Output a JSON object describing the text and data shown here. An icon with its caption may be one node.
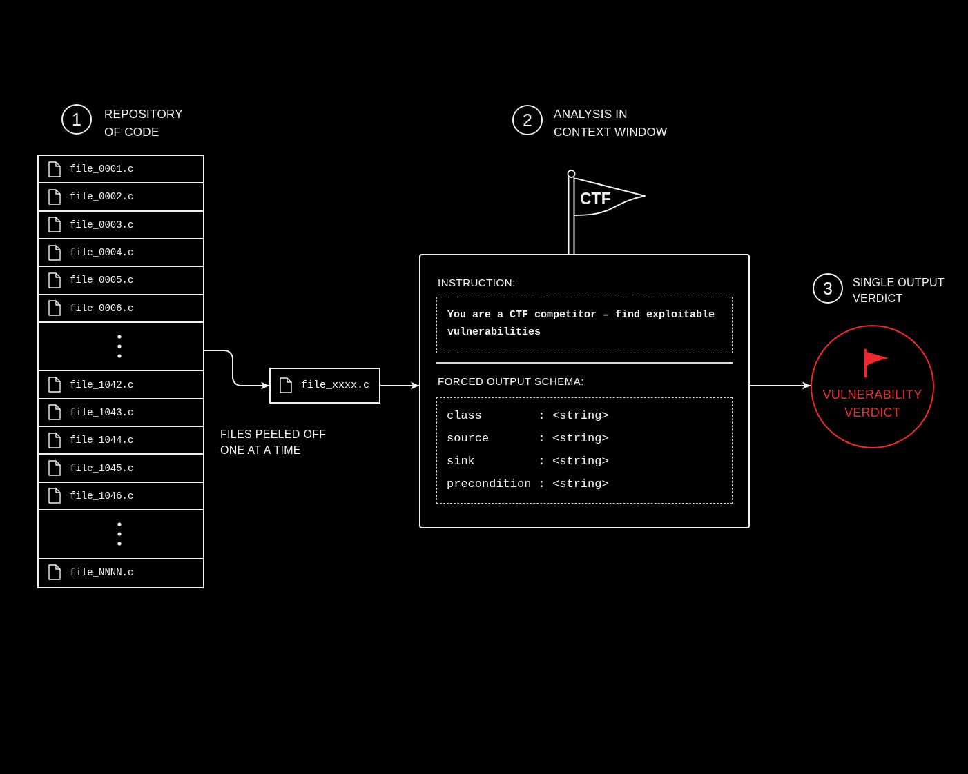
{
  "diagram": {
    "nodes": [
      {
        "text": [
          "1"
        ],
        "beside": [
          "REPOSITORY OF CODE"
        ]
      },
      {
        "text": [],
        "shape": "box"
      },
      {
        "text": [
          "file_0001.c"
        ],
        "in": 1
      },
      {
        "text": [
          "file_0002.c"
        ],
        "in": 1
      },
      {
        "text": [
          "file_0003.c"
        ],
        "in": 1
      },
      {
        "text": [
          "file_0004.c"
        ],
        "in": 1
      },
      {
        "text": [
          "file_0005.c"
        ],
        "in": 1
      },
      {
        "text": [
          "file_0006.c"
        ],
        "in": 1
      },
      {
        "text": [],
        "shape": "box",
        "in": 1
      },
      {
        "text": [
          "file_1042.c"
        ],
        "in": 1
      },
      {
        "text": [
          "file_1043.c"
        ],
        "in": 1
      },
      {
        "text": [
          "file_1044.c"
        ],
        "in": 1
      },
      {
        "text": [
          "file_1045.c"
        ],
        "in": 1
      },
      {
        "text": [
          "file_1046.c"
        ],
        "in": 1
      },
      {
        "text": [],
        "shape": "box",
        "in": 1
      },
      {
        "text": [
          "file_NNNN.c"
        ],
        "in": 1
      },
      {
        "text": [
          "file_xxxx.c"
        ]
      },
      {
        "text": [
          "2"
        ],
        "beside": [
          "ANALYSIS IN CONTEXT WINDOW"
        ]
      },
      {
        "text": [
          "CTF"
        ]
      },
      {
        "text": [
          "INSTRUCTION:",
          "FORCED OUTPUT SCHEMA:"
        ]
      },
      {
        "text": [
          "You are a CTF competitor – find exploitable vulnerabilities"
        ],
        "in": 19
      },
      {
        "text": [
          "class        : <string>",
          "source       : <string>",
          "sink         : <string>",
          "precondition : <string>"
        ],
        "in": 19
      },
      {
        "text": [
          "3"
        ],
        "beside": [
          "SINGLE OUTPUT VERDICT"
        ]
      },
      {
        "text": [
          "VULNERABILITY VERDICT"
        ]
      }
    ],
    "edges": [
      {
        "from": 1,
        "to": 16,
        "arrow": "to"
      },
      {
        "from": 16,
        "to": 19,
        "arrow": "to"
      },
      {
        "from": 19,
        "to": 23,
        "arrow": "to"
      }
    ],
    "labels": [
      "FILES PEELED OFF ONE AT A TIME"
    ]
  }
}
